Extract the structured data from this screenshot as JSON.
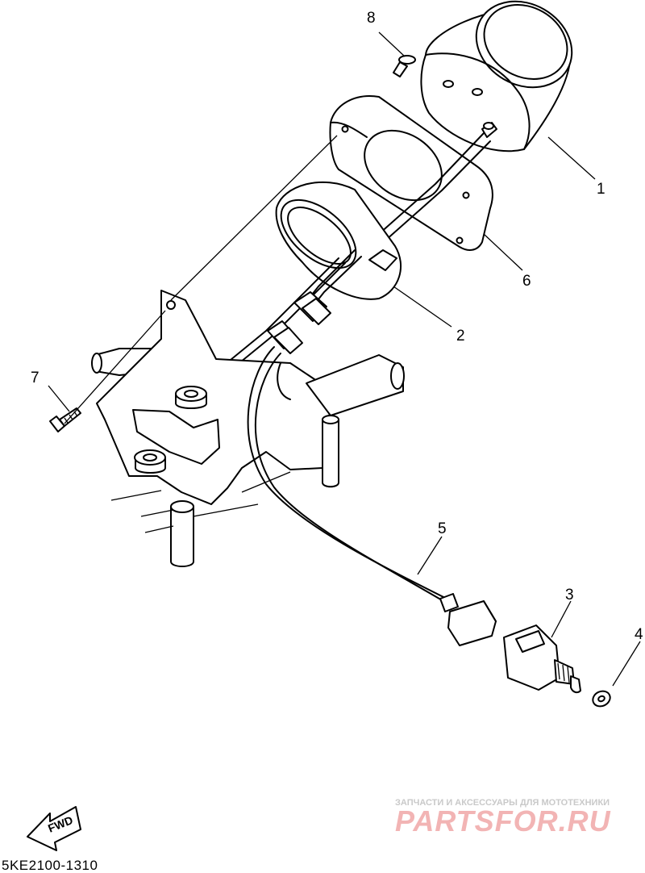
{
  "diagram": {
    "callouts": {
      "p1": "1",
      "p2": "2",
      "p3": "3",
      "p4": "4",
      "p5": "5",
      "p6": "6",
      "p7": "7",
      "p8": "8"
    },
    "direction_label": "FWD",
    "drawing_code": "5KE2100-1310"
  },
  "watermark": {
    "tagline": "ЗАПЧАСТИ И АКСЕССУАРЫ ДЛЯ МОТОТЕХНИКИ",
    "brand": "PARTSFOR.RU",
    "color": "#e57373"
  }
}
